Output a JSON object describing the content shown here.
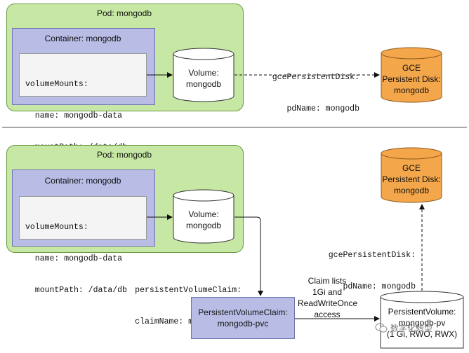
{
  "top": {
    "pod_title": "Pod: mongodb",
    "container_title": "Container: mongodb",
    "code_lines": [
      "volumeMounts:",
      "  name: mongodb-data",
      "  mountPath: /data/db"
    ],
    "volume_lines": [
      "Volume:",
      "mongodb"
    ],
    "gce_link_lines": [
      "gcePersistentDisk:",
      "pdName: mongodb"
    ],
    "gce_lines": [
      "GCE",
      "Persistent Disk:",
      "mongodb"
    ]
  },
  "bottom": {
    "pod_title": "Pod: mongodb",
    "container_title": "Container: mongodb",
    "code_lines": [
      "volumeMounts:",
      "  name: mongodb-data",
      "  mountPath: /data/db"
    ],
    "volume_lines": [
      "Volume:",
      "mongodb"
    ],
    "gce_lines": [
      "GCE",
      "Persistent Disk:",
      "mongodb"
    ],
    "gce_link_lines": [
      "gcePersistentDisk:",
      "pdName: mongodb"
    ],
    "pvc_ref_lines": [
      "persistentVolumeClaim:",
      "claimName: mongodb-pvc"
    ],
    "pvc_lines": [
      "PersistentVolumeClaim:",
      "mongodb-pvc"
    ],
    "claim_note_lines": [
      "Claim lists",
      "1Gi and",
      "ReadWriteOnce",
      "access"
    ],
    "pv_lines": [
      "PersistentVolume:",
      "mongodb-pv",
      "(1 Gi, RWO, RWX)"
    ]
  },
  "watermark": "数字化转型",
  "colors": {
    "pod_fill": "#c6e8a4",
    "container_fill": "#b9bde6",
    "gce_fill": "#f4a64a",
    "volume_fill": "#ffffff"
  }
}
